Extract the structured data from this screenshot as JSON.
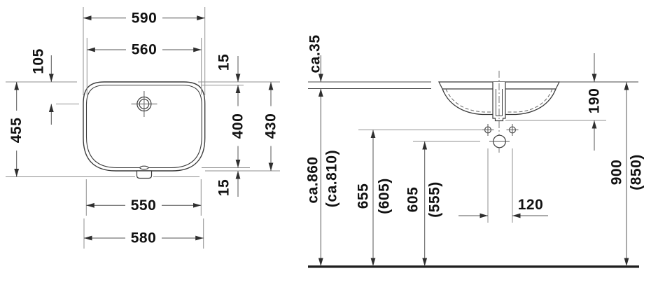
{
  "drawing": {
    "kind": "washbasin installation dimension drawing",
    "views": {
      "plan_view": "basin seen from above with tap hole, overflow and outlet slot",
      "elevation_view": "basin cross-section on counter with outlet, fixing holes and floor reference"
    }
  },
  "dims": {
    "top_width": "590",
    "top_inner_width": "560",
    "tap_offset": "105",
    "depth": "455",
    "rim_top": "15",
    "inner_depth": "400",
    "rim_outer_depth": "430",
    "rim_bottom": "15",
    "bottom_inner_width": "550",
    "bottom_width": "580",
    "rim_above_counter": "ca.35",
    "counter_h": "ca.860",
    "counter_h_alt": "(ca.810)",
    "holes_h": "655",
    "holes_h_alt": "(605)",
    "drain_h": "605",
    "drain_h_alt": "(555)",
    "hole_spacing": "120",
    "outlet_drop": "190",
    "rim_h": "900",
    "rim_h_alt": "(850)"
  },
  "colors": {
    "outline": "#3a3a3a",
    "dimension_line": "#555555",
    "light_line": "#8f8f8f",
    "text": "#111111",
    "background": "#ffffff"
  }
}
